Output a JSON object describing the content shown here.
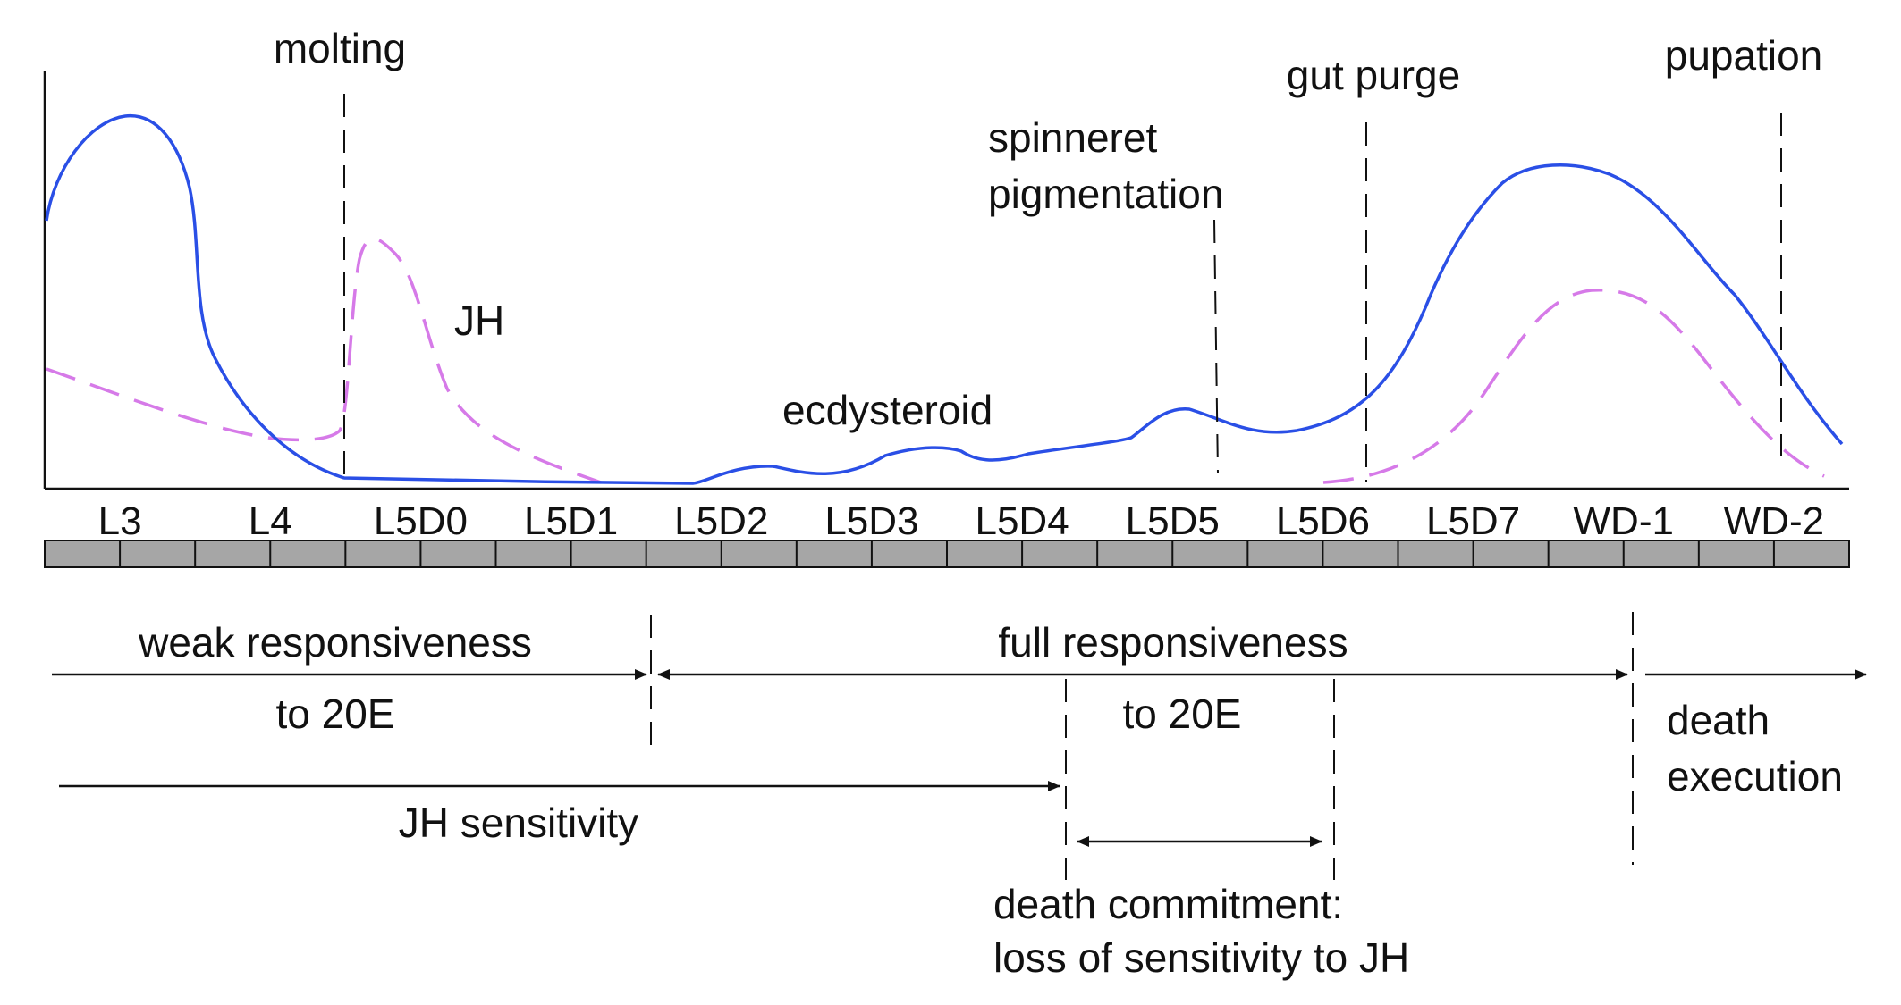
{
  "events": [
    {
      "key": "molting",
      "label": "molting"
    },
    {
      "key": "spinneret",
      "label_lines": [
        "spinneret",
        "pigmentation"
      ]
    },
    {
      "key": "gut_purge",
      "label": "gut purge"
    },
    {
      "key": "pupation",
      "label": "pupation"
    }
  ],
  "curve_labels": {
    "jh": "JH",
    "ecdysteroid": "ecdysteroid"
  },
  "stages": [
    "L3",
    "L4",
    "L5D0",
    "L5D1",
    "L5D2",
    "L5D3",
    "L5D4",
    "L5D5",
    "L5D6",
    "L5D7",
    "WD-1",
    "WD-2"
  ],
  "responsiveness": {
    "weak": [
      "weak responsiveness",
      "to 20E"
    ],
    "full": [
      "full responsiveness",
      "to 20E"
    ],
    "death_execution": [
      "death",
      "execution"
    ],
    "jh_sensitivity": "JH sensitivity",
    "death_commitment": [
      "death commitment:",
      "loss of sensitivity to JH"
    ]
  },
  "colors": {
    "ecdysteroid": "#2a4fe6",
    "jh": "#d67ae8",
    "bar_fill": "#a6a6a6",
    "line": "#111111"
  }
}
